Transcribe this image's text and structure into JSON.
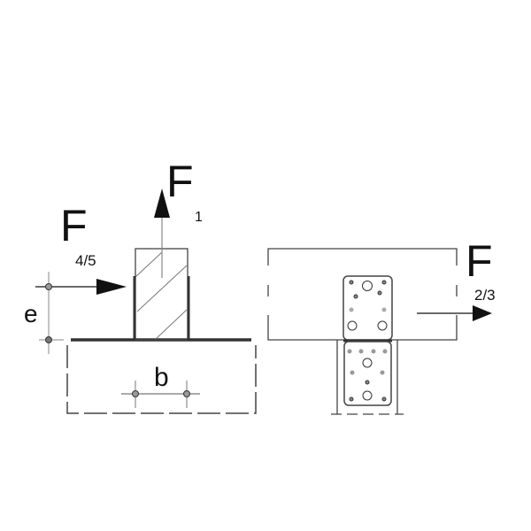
{
  "labels": {
    "f1_main": "F",
    "f1_sub": "1",
    "f45_main": "F",
    "f45_sub": "4/5",
    "f23_main": "F",
    "f23_sub": "2/3",
    "e": "e",
    "b": "b"
  },
  "colors": {
    "line": "#333333",
    "arrow": "#111111",
    "thin": "#888888"
  }
}
